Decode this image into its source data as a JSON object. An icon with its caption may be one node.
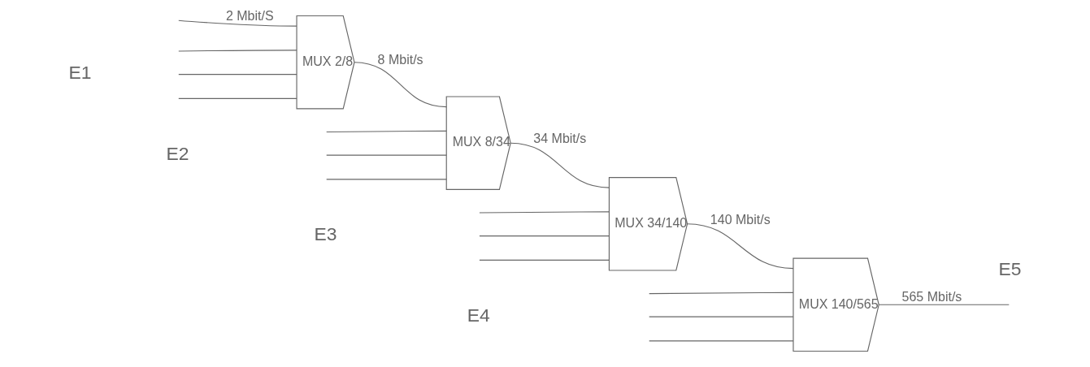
{
  "diagram": {
    "nodes": [
      {
        "text": [
          "MUX 2/8"
        ]
      },
      {
        "text": [
          "MUX 8/34"
        ]
      },
      {
        "text": [
          "MUX 34/140"
        ]
      },
      {
        "text": [
          "MUX 140/565"
        ]
      }
    ],
    "edges": [
      {
        "from": null,
        "to": 0,
        "arrow": "none",
        "label": "2 Mbit/S"
      },
      {
        "from": null,
        "to": 0,
        "arrow": "none"
      },
      {
        "from": null,
        "to": 0,
        "arrow": "none"
      },
      {
        "from": null,
        "to": 0,
        "arrow": "none"
      },
      {
        "from": 0,
        "to": 1,
        "arrow": "none",
        "label": "8 Mbit/s"
      },
      {
        "from": null,
        "to": 1,
        "arrow": "none"
      },
      {
        "from": null,
        "to": 1,
        "arrow": "none"
      },
      {
        "from": null,
        "to": 1,
        "arrow": "none"
      },
      {
        "from": 1,
        "to": 2,
        "arrow": "none",
        "label": "34 Mbit/s"
      },
      {
        "from": null,
        "to": 2,
        "arrow": "none"
      },
      {
        "from": null,
        "to": 2,
        "arrow": "none"
      },
      {
        "from": null,
        "to": 2,
        "arrow": "none"
      },
      {
        "from": 2,
        "to": 3,
        "arrow": "none",
        "label": "140 Mbit/s"
      },
      {
        "from": null,
        "to": 3,
        "arrow": "none"
      },
      {
        "from": null,
        "to": 3,
        "arrow": "none"
      },
      {
        "from": null,
        "to": 3,
        "arrow": "none"
      },
      {
        "from": 3,
        "to": null,
        "arrow": "none",
        "label": "565 Mbit/s"
      }
    ],
    "labels": [
      "E1",
      "E2",
      "E3",
      "E4",
      "E5"
    ]
  }
}
